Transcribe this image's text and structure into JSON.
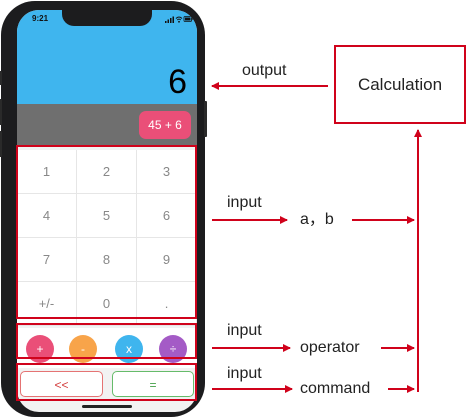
{
  "phone": {
    "status_time": "9:21",
    "display_value": "6",
    "expression": "45 + 6",
    "keys": [
      "1",
      "2",
      "3",
      "4",
      "5",
      "6",
      "7",
      "8",
      "9",
      "+/-",
      "0",
      "."
    ],
    "operators": [
      {
        "symbol": "+",
        "color": "#ea4f78"
      },
      {
        "symbol": "-",
        "color": "#f8a44a"
      },
      {
        "symbol": "x",
        "color": "#3fb5ee"
      },
      {
        "symbol": "÷",
        "color": "#a45bc6"
      }
    ],
    "commands": {
      "back": "<<",
      "equals": "="
    }
  },
  "diagram": {
    "calculation_box": "Calculation",
    "labels": {
      "output": "output",
      "input_numbers": "input",
      "input_operator": "input",
      "input_command": "input",
      "numbers_target": "a，b",
      "operator_target": "operator",
      "command_target": "command"
    },
    "accent_color": "#d0021b"
  }
}
